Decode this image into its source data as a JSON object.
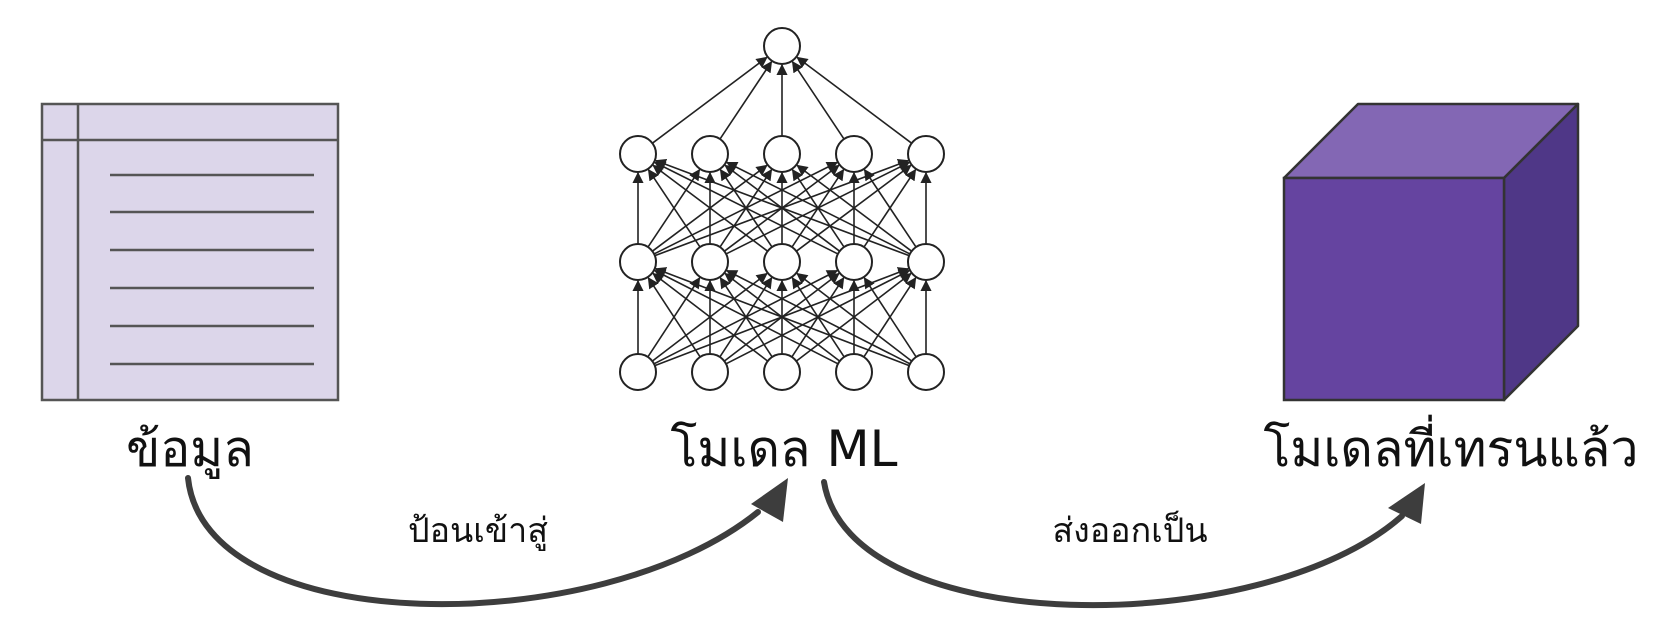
{
  "nodes": {
    "data": {
      "label": "ข้อมูล",
      "icon": "table-icon"
    },
    "model": {
      "label": "โมเดล ML",
      "icon": "neural-network-icon"
    },
    "trained": {
      "label": "โมเดลที่เทรนแล้ว",
      "icon": "cube-icon"
    }
  },
  "edges": {
    "feed": {
      "label": "ป้อนเข้าสู่"
    },
    "output": {
      "label": "ส่งออกเป็น"
    }
  },
  "colors": {
    "table_fill": "#dcd6ea",
    "cube_front": "#6544a0",
    "cube_top": "#8367b4",
    "cube_side": "#4f3787",
    "arrow": "#3d3d3d"
  }
}
